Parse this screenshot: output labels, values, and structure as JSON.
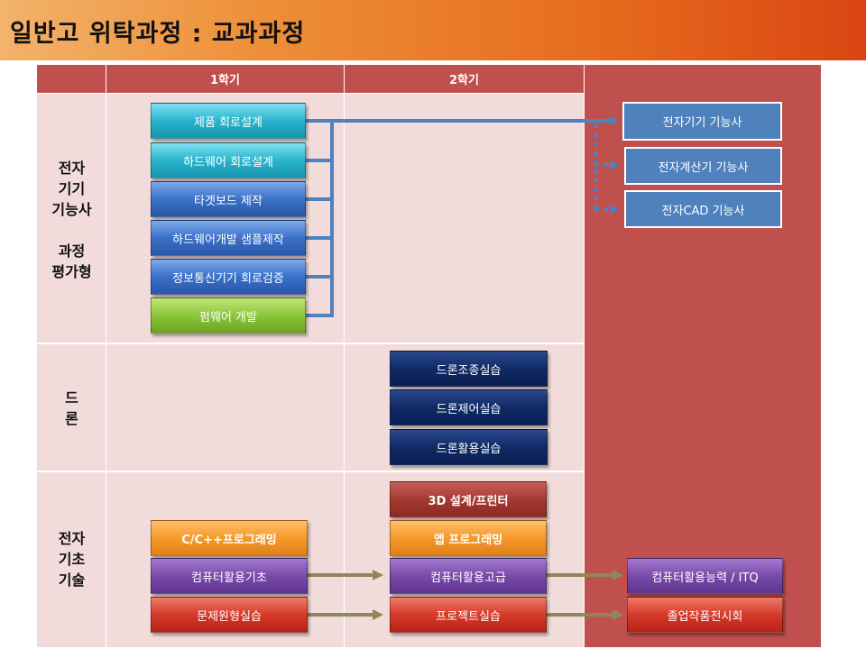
{
  "title": "일반고 위탁과정 : 교과과정",
  "header": {
    "sem1": "1학기",
    "sem2": "2학기"
  },
  "rows": {
    "electronic": "전자\n기기\n기능사\n\n과정\n평가형",
    "drone": "드\n론",
    "basic": "전자\n기초\n기술"
  },
  "electronic_courses": [
    "제품 회로설계",
    "하드웨어 회로설계",
    "타겟보드 제작",
    "하드웨어개발 샘플제작",
    "정보통신기기 회로검증",
    "펌웨어 개발"
  ],
  "certifications": [
    "전자기기 기능사",
    "전자계산기 기능사",
    "전자CAD 기능사"
  ],
  "drone_courses": [
    "드론조종실습",
    "드론제어실습",
    "드론활용실습"
  ],
  "basic": {
    "sem1": [
      "C/C++프로그래밍",
      "컴퓨터활용기초",
      "문제원형실습"
    ],
    "sem2": [
      "3D 설계/프린터",
      "앱 프로그래밍",
      "컴퓨터활용고급",
      "프로젝트실습"
    ],
    "outcomes": [
      "컴퓨터활용능력 / ITQ",
      "졸업작품전시회"
    ]
  },
  "colors": {
    "accent_red": "#c0504d",
    "row_pink": "#f2dcdb",
    "connector_blue": "#4f81bd",
    "arrow_olive": "#8c8a5a"
  }
}
